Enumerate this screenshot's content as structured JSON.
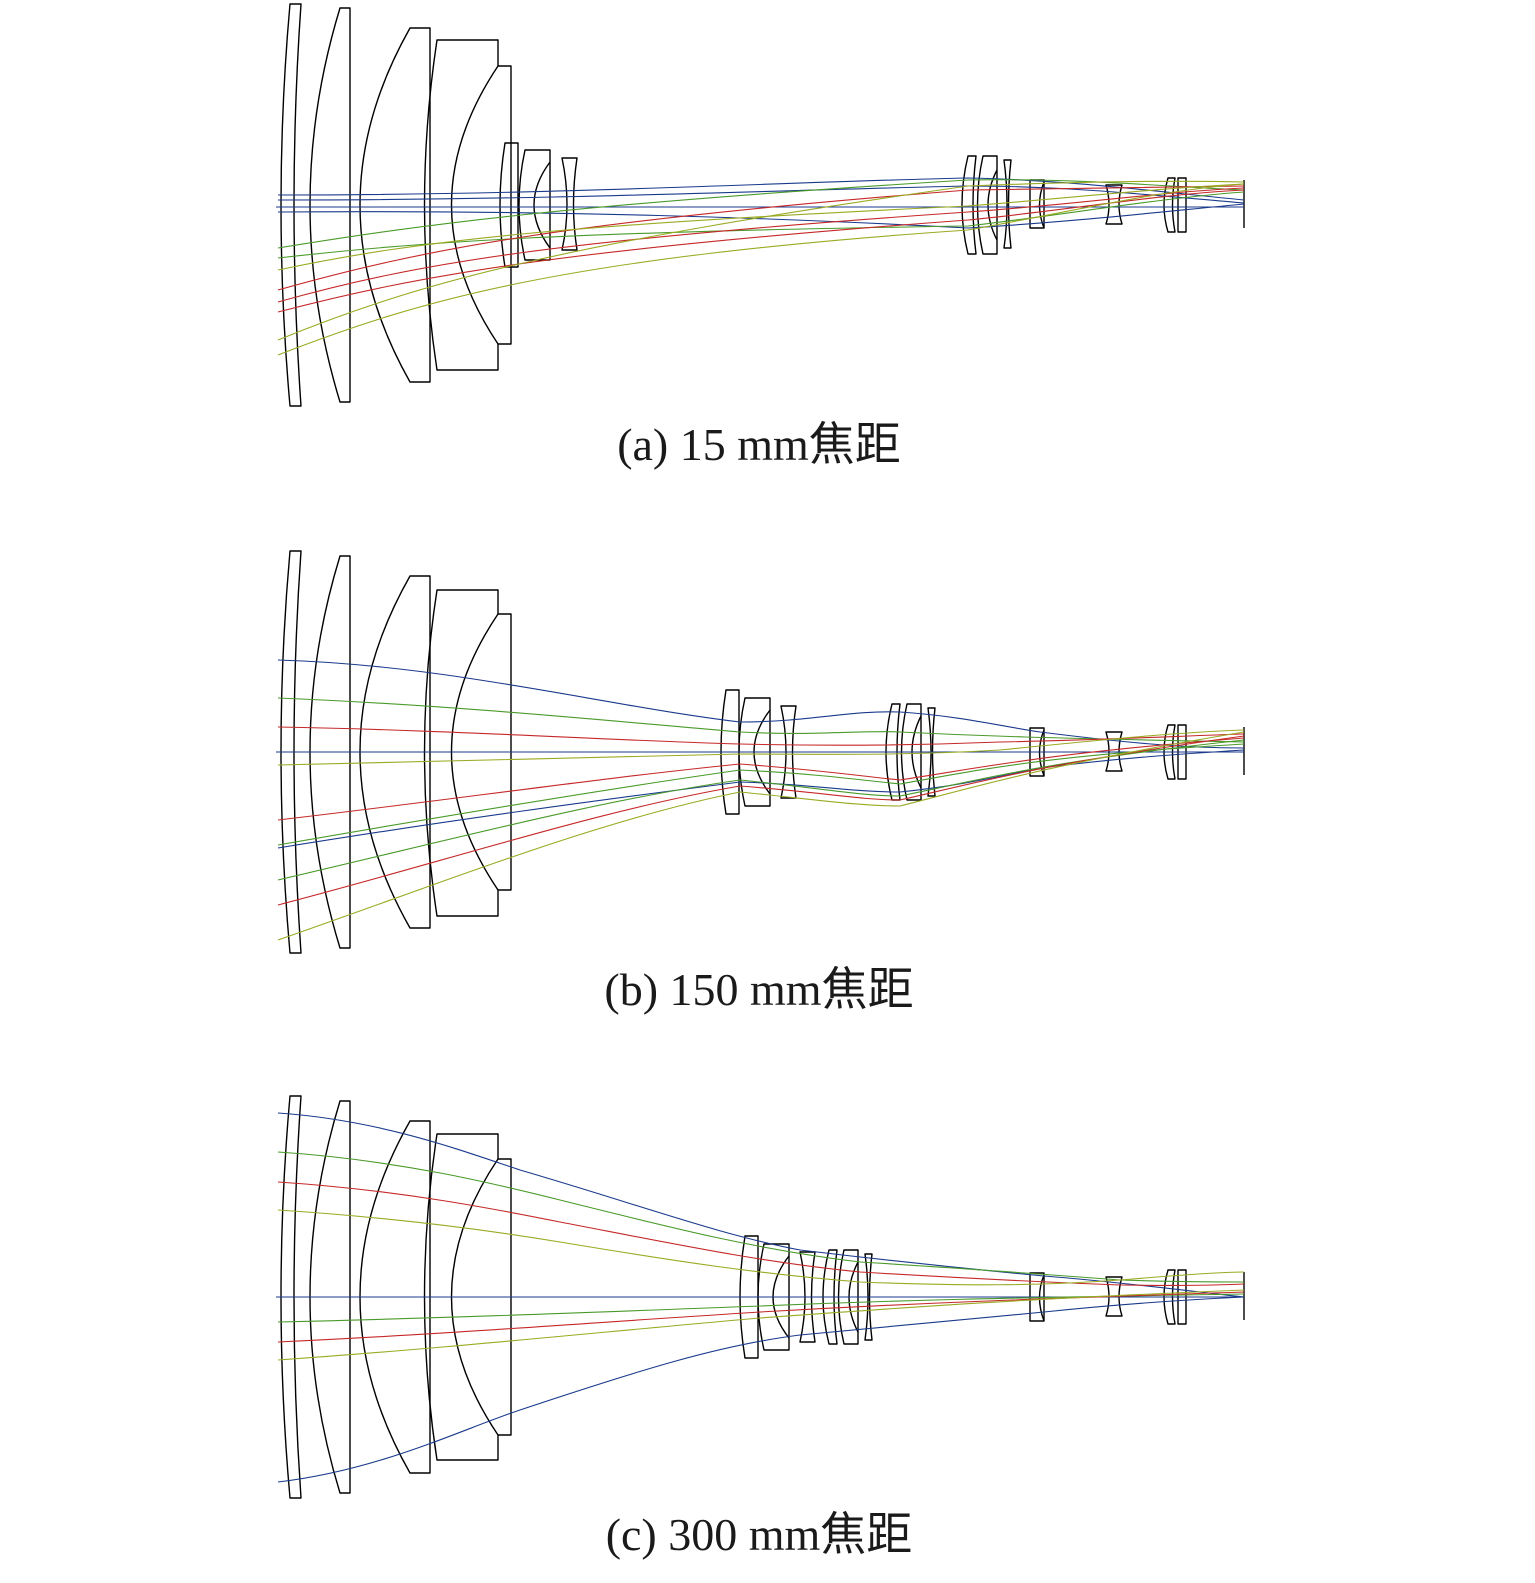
{
  "colors": {
    "lens": "#000000",
    "axis": "#1a3a8c",
    "rays": [
      "#1a3a8c",
      "#4a9a2a",
      "#c62828",
      "#9aaa22"
    ]
  },
  "panels": [
    {
      "caption": "(a) 15 mm焦距"
    },
    {
      "caption": "(b) 150 mm焦距"
    },
    {
      "caption": "(c) 300 mm焦距"
    }
  ]
}
